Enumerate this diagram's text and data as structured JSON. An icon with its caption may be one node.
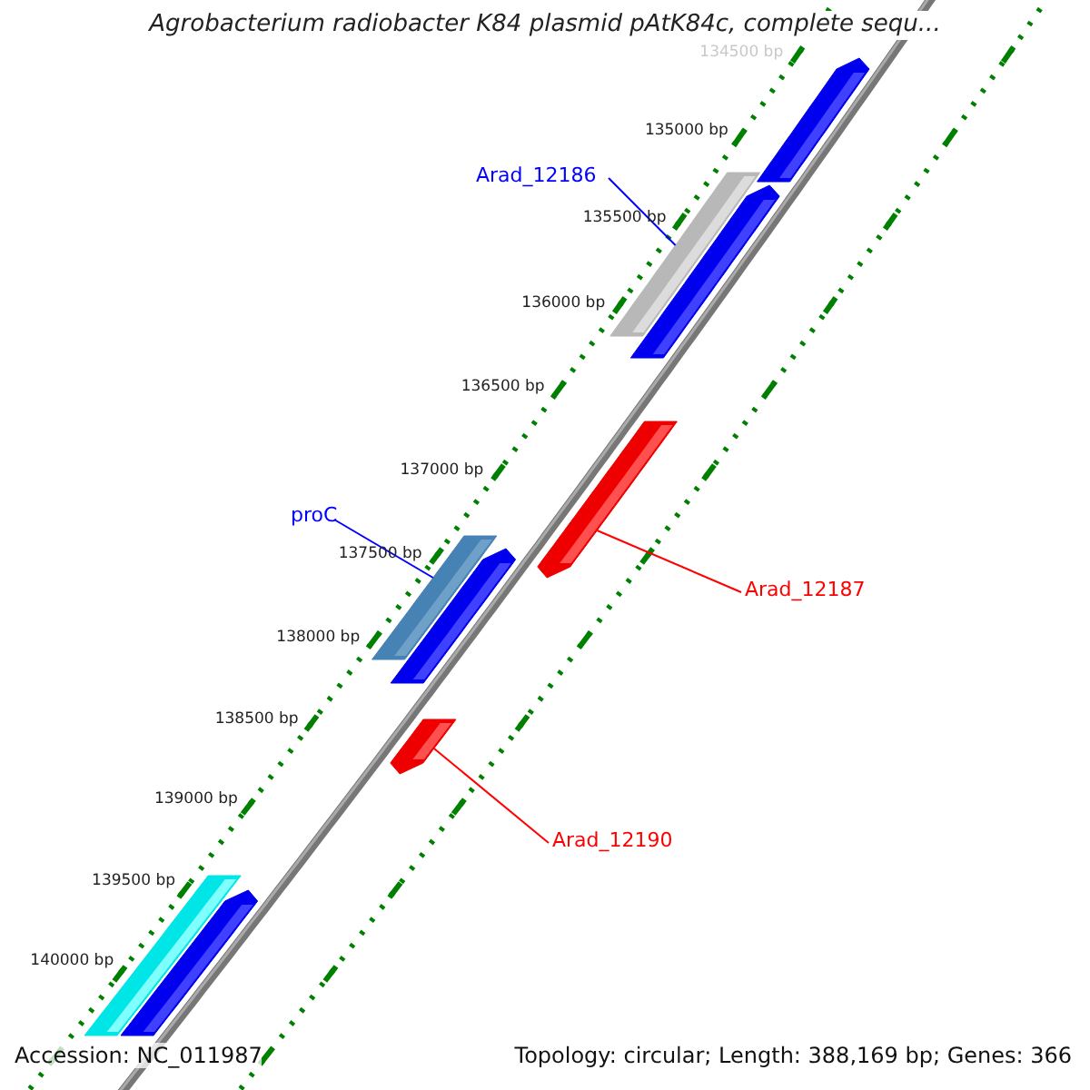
{
  "diagram": {
    "title": "Agrobacterium radiobacter K84 plasmid pAtK84c, complete sequ...",
    "nodes": [
      {
        "text": [],
        "shape": "bar"
      },
      {
        "text": [
          "Arad_12186"
        ]
      },
      {
        "text": [],
        "shape": "bar"
      },
      {
        "text": [],
        "shape": "bar"
      },
      {
        "text": [],
        "shape": "bar"
      },
      {
        "text": [
          "proC"
        ]
      },
      {
        "text": [],
        "shape": "bar"
      },
      {
        "text": [],
        "shape": "bar"
      },
      {
        "text": [
          "Arad_12187"
        ]
      },
      {
        "text": [],
        "shape": "bar"
      },
      {
        "text": [
          "Arad_12190"
        ]
      },
      {
        "text": [],
        "shape": "bar"
      },
      {
        "text": [],
        "shape": "bar"
      }
    ],
    "edges": [
      {
        "from": 1,
        "to": 2,
        "arrow": "none",
        "color": "#0000ff"
      },
      {
        "from": 5,
        "to": 6,
        "arrow": "none",
        "color": "#0000ff"
      },
      {
        "from": 8,
        "to": 4,
        "arrow": "none",
        "color": "#ff0000"
      },
      {
        "from": 10,
        "to": 9,
        "arrow": "none",
        "color": "#ff0000"
      }
    ],
    "labels": [
      "134500 bp",
      "135000 bp",
      "135500 bp",
      "136000 bp",
      "136500 bp",
      "137000 bp",
      "137500 bp",
      "138000 bp",
      "138500 bp",
      "139000 bp",
      "139500 bp",
      "140000 bp",
      "Accession: NC_011987",
      "Topology: circular; Length: 388,169 bp; Genes: 366"
    ]
  }
}
